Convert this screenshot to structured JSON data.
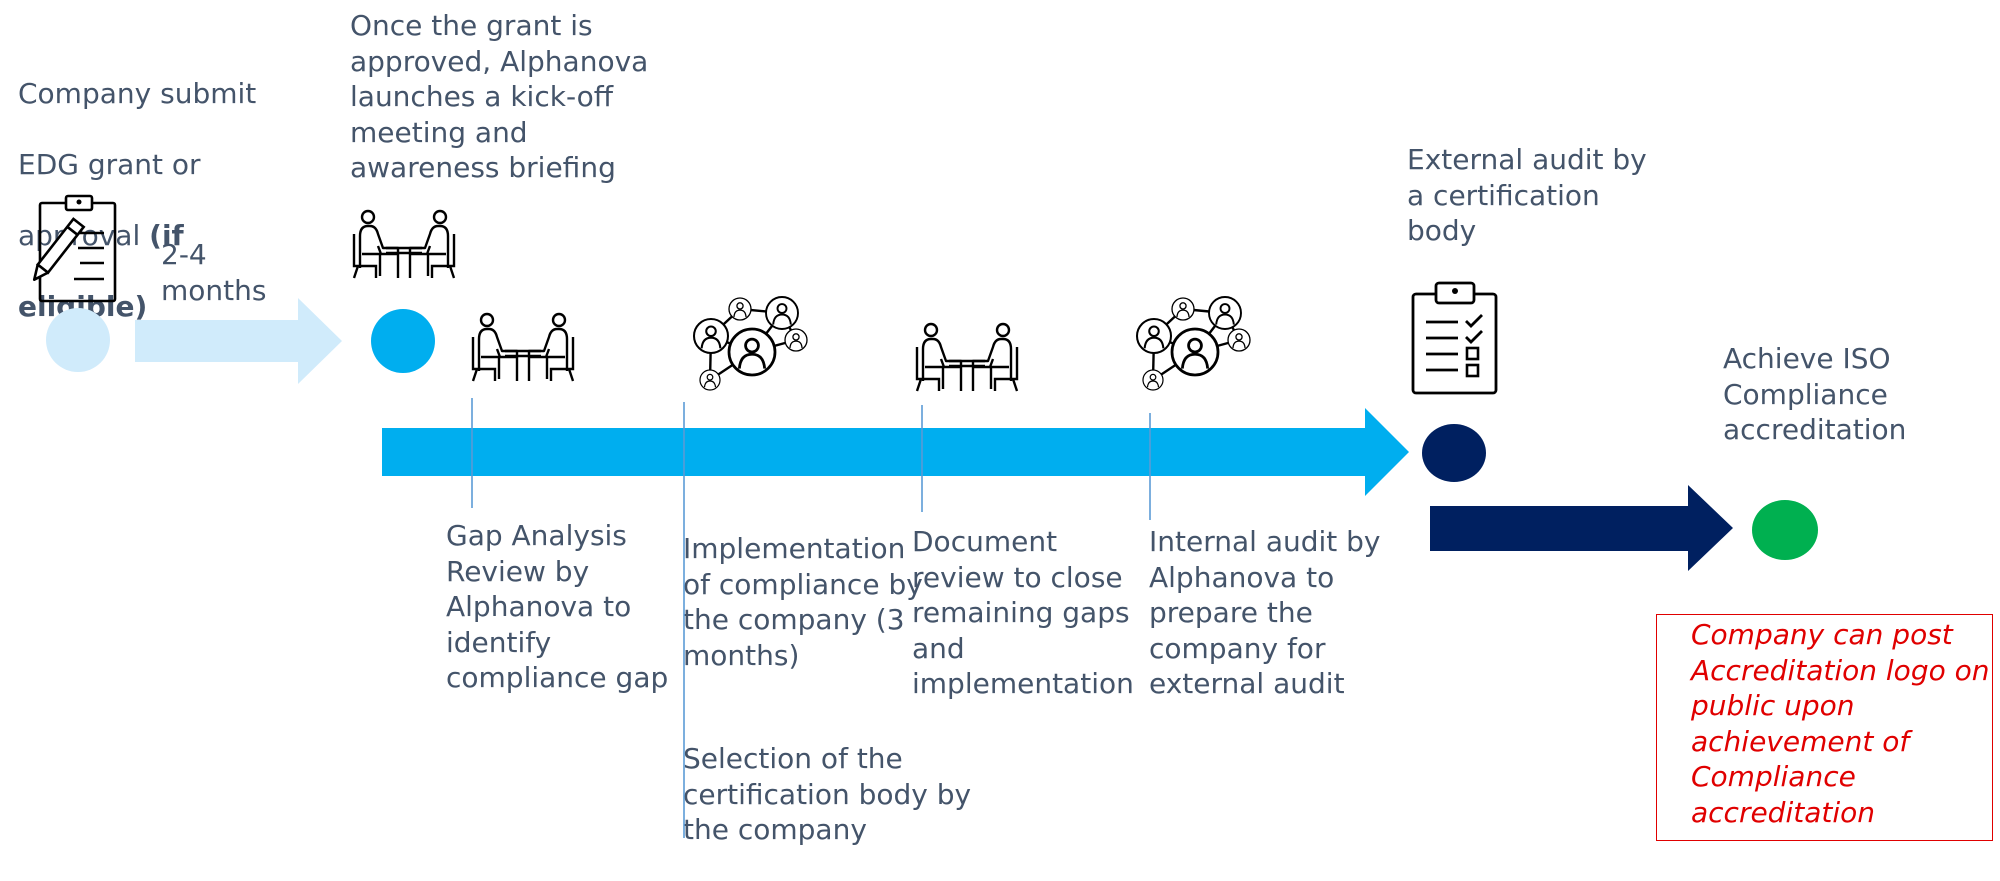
{
  "colors": {
    "text": "#44546a",
    "light_blue": "#d0ebfb",
    "blue": "#00aeef",
    "navy": "#002060",
    "green": "#00b050",
    "red_note": "#e00000",
    "connector": "#5b9bd5"
  },
  "steps": {
    "submit": {
      "label_line1": "Company submit",
      "label_line2": "EDG grant or",
      "label_line3_plain": "approval ",
      "label_line3_bold": "(if",
      "label_line4_bold": "eligible)"
    },
    "duration": {
      "label": "2-4\nmonths"
    },
    "kickoff": {
      "label": "Once the grant is\napproved, Alphanova\nlaunches a kick-off\nmeeting and\nawareness briefing"
    },
    "gap_analysis": {
      "label": "Gap Analysis\nReview  by\nAlphanova to\nidentify\ncompliance gap"
    },
    "implementation": {
      "label": "Implementation\nof compliance by\nthe company (3\nmonths)"
    },
    "selection": {
      "label": "Selection of the\ncertification body by\nthe company"
    },
    "document_review": {
      "label": "Document\nreview to close\nremaining gaps\nand\nimplementation"
    },
    "internal_audit": {
      "label": "Internal audit by\nAlphanova to\nprepare the\ncompany for\nexternal audit"
    },
    "external_audit": {
      "label": "External audit by\na certification\nbody"
    },
    "achieve": {
      "label": "Achieve ISO\nCompliance\naccreditation"
    }
  },
  "note": {
    "text": "Company can post\nAccreditation logo on\npublic upon\nachievement of\nCompliance\naccreditation"
  },
  "icons": {
    "clipboard_pencil": "clipboard-pencil-icon",
    "meeting_1": "meeting-icon",
    "meeting_2": "meeting-icon",
    "network_1": "network-icon",
    "meeting_3": "meeting-icon",
    "network_2": "network-icon",
    "checklist": "clipboard-checklist-icon"
  }
}
